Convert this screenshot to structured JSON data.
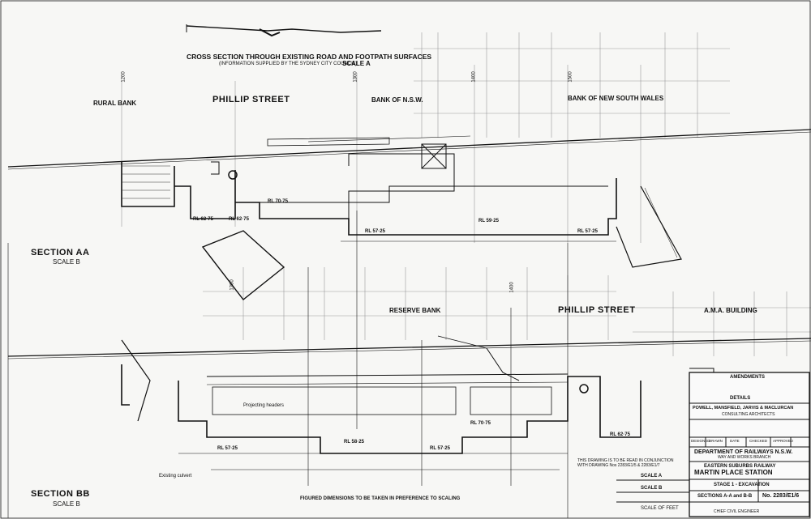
{
  "sheet": {
    "top_title": "CROSS SECTION THROUGH EXISTING ROAD AND FOOTPATH SURFACES",
    "top_title_note": "(INFORMATION SUPPLIED BY THE SYDNEY CITY COUNCIL)",
    "top_scale": "SCALE A",
    "section_aa": "SECTION AA",
    "section_aa_scale": "SCALE B",
    "section_bb": "SECTION BB",
    "section_bb_scale": "SCALE B",
    "figures_note": "FIGURED DIMENSIONS TO BE TAKEN IN PREFERENCE TO SCALING",
    "read_note": "THIS DRAWING IS TO BE READ IN CONJUNCTION WITH DRAWING Nos 2283/E1/5 & 2283/E1/7"
  },
  "section_aa_labels": {
    "rural_bank": "RURAL BANK",
    "street": "PHILLIP STREET",
    "bank_nsw": "BANK OF N.S.W.",
    "bank_new_south_wales": "BANK OF NEW SOUTH WALES",
    "rl_7075": "RL 70·75",
    "rl_6275a": "RL 62·75",
    "rl_6275b": "RL 62·75",
    "rl_5725": "RL 57·25",
    "rl_5925": "RL 59·25",
    "rl_5725b": "RL 57·25",
    "grid_1200": "1200",
    "grid_1300": "1300",
    "grid_1400": "1400",
    "grid_1500": "1500"
  },
  "section_bb_labels": {
    "reserve_bank": "RESERVE BANK",
    "street": "PHILLIP STREET",
    "amp_building": "A.M.A. BUILDING",
    "rl_5725": "RL 57·25",
    "rl_5825": "RL 58·25",
    "rl_5725b": "RL 57·25",
    "rl_7075": "RL 70·75",
    "rl_6275": "RL 62·75",
    "projecting_headers": "Projecting headers",
    "existing_culvert": "Existing culvert",
    "grid_1300": "1300",
    "grid_1400": "1400"
  },
  "title_block": {
    "amendments": "AMENDMENTS",
    "consultants": "POWELL, MANSFIELD, JARVIS & MACLURCAN",
    "consultants_role": "CONSULTING ARCHITECTS",
    "department": "DEPARTMENT OF RAILWAYS N.S.W.",
    "branch": "WAY AND WORKS BRANCH",
    "railway": "EASTERN SUBURBS RAILWAY",
    "station": "MARTIN PLACE STATION",
    "stage": "STAGE 1 - EXCAVATION",
    "sections": "SECTIONS A-A and B-B",
    "drawing_no": "No. 2283/E1/6",
    "engineer": "CHIEF CIVIL ENGINEER",
    "designed": "DESIGNED",
    "drawn": "DRAWN",
    "date": "DATE",
    "checked": "CHECKED",
    "approved": "APPROVED",
    "details": "DETAILS"
  },
  "scales": {
    "scale_a": "SCALE A",
    "scale_b": "SCALE B",
    "feet": "SCALE OF FEET"
  }
}
